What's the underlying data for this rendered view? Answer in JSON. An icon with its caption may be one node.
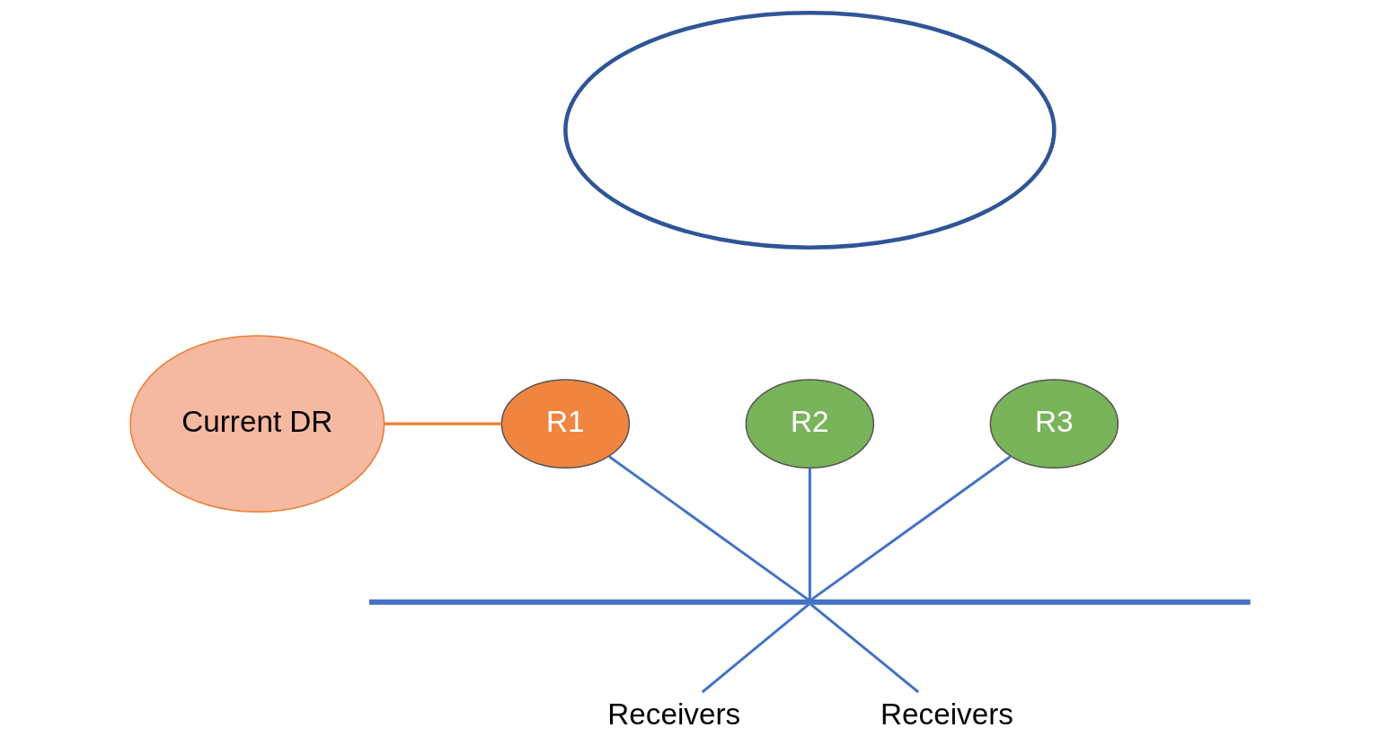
{
  "diagram": {
    "nodes": [
      {
        "text": [
          "Current DR"
        ]
      },
      {
        "text": [],
        "shape": "cloud"
      },
      {
        "text": [
          "R1"
        ]
      },
      {
        "text": [
          "R2"
        ]
      },
      {
        "text": [
          "R3"
        ]
      },
      {
        "text": [],
        "shape": "bar"
      },
      {
        "text": [
          "Receivers"
        ]
      },
      {
        "text": [
          "Receivers"
        ]
      }
    ],
    "edges": [
      {
        "from": 0,
        "to": 2,
        "arrow": "none",
        "color": "#ed7d31"
      },
      {
        "from": 2,
        "to": 5,
        "arrow": "none"
      },
      {
        "from": 3,
        "to": 5,
        "arrow": "none"
      },
      {
        "from": 4,
        "to": 5,
        "arrow": "none"
      },
      {
        "from": 5,
        "to": 6,
        "arrow": "none"
      },
      {
        "from": 5,
        "to": 7,
        "arrow": "none"
      }
    ]
  }
}
